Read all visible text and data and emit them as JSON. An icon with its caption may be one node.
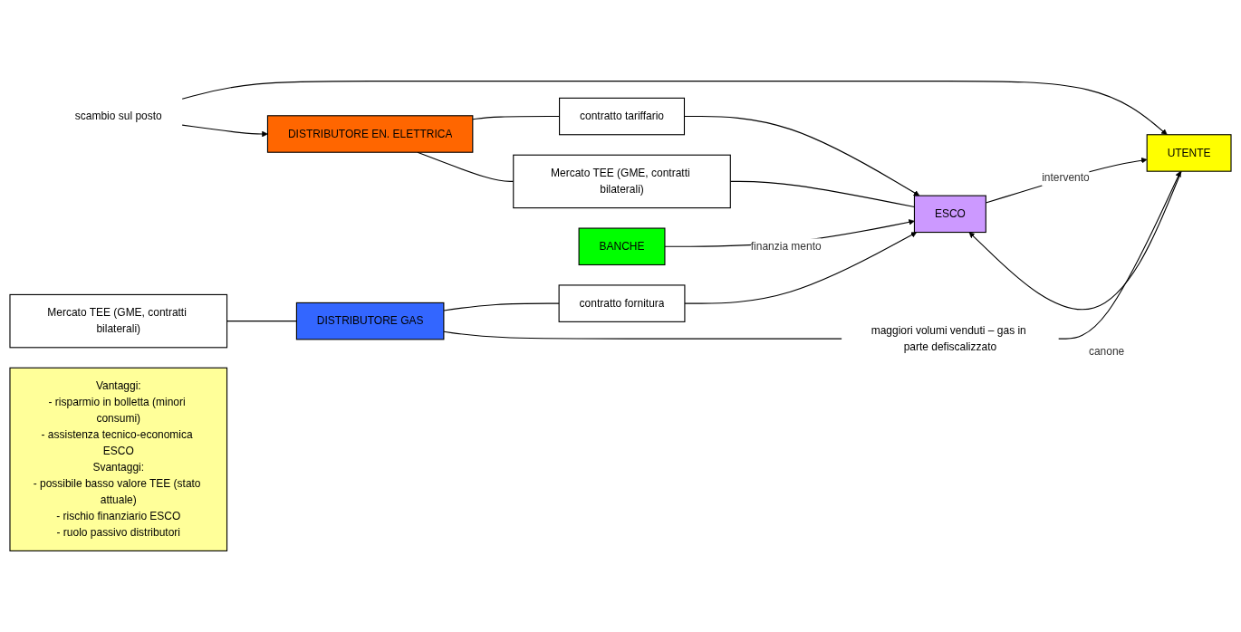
{
  "diagram": {
    "nodes": [
      {
        "text": [
          "DISTRIBUTORE EN. ELETTRICA"
        ]
      },
      {
        "text": [
          "scambio sul posto"
        ]
      },
      {
        "text": [
          "Mercato TEE (GME, contratti bilaterali)"
        ]
      },
      {
        "text": [
          "contratto tariffario"
        ]
      },
      {
        "text": [
          "BANCHE"
        ]
      },
      {
        "text": [
          "ESCO"
        ]
      },
      {
        "text": [
          "UTENTE"
        ]
      },
      {
        "text": [
          "contratto fornitura"
        ]
      },
      {
        "text": [
          "Mercato TEE (GME, contratti bilaterali)"
        ]
      },
      {
        "text": [
          "DISTRIBUTORE GAS"
        ]
      },
      {
        "text": [
          "maggiori volumi venduti – gas in parte defiscalizzato"
        ]
      },
      {
        "text": [
          "Vantaggi:",
          "- risparmio in bolletta (minori consumi)",
          "- assistenza tecnico-economica ESCO",
          "Svantaggi:",
          "- possibile basso valore TEE (stato attuale)",
          "- rischio finanziario ESCO",
          "- ruolo passivo distributori"
        ]
      }
    ],
    "edges": [
      {
        "from": 1,
        "to": 0,
        "arrow": "to"
      },
      {
        "from": 1,
        "to": 6,
        "arrow": "to"
      },
      {
        "from": 0,
        "to": 2,
        "arrow": "none"
      },
      {
        "from": 0,
        "to": 3,
        "arrow": "none"
      },
      {
        "from": 3,
        "to": 5,
        "arrow": "to"
      },
      {
        "from": 2,
        "to": 5,
        "arrow": "none"
      },
      {
        "from": 4,
        "to": 5,
        "arrow": "to",
        "label": "finanzia mento"
      },
      {
        "from": 5,
        "to": 6,
        "arrow": "to",
        "label": "intervento"
      },
      {
        "from": 6,
        "to": 5,
        "arrow": "to",
        "label": "canone"
      },
      {
        "from": 7,
        "to": 5,
        "arrow": "to"
      },
      {
        "from": 8,
        "to": 9,
        "arrow": "none"
      },
      {
        "from": 9,
        "to": 7,
        "arrow": "none"
      },
      {
        "from": 9,
        "to": 10,
        "arrow": "none"
      },
      {
        "from": 10,
        "to": 6,
        "arrow": "to"
      }
    ]
  }
}
